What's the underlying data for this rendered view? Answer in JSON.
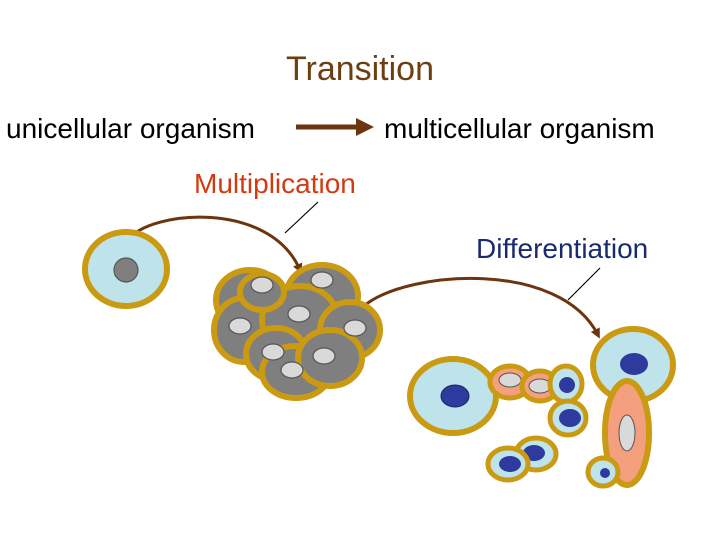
{
  "labels": {
    "title": "Transition",
    "left": "unicellular organism",
    "right": "multicellular organism",
    "step1": "Multiplication",
    "step2": "Differentiation"
  },
  "colors": {
    "title": "#6b3f10",
    "step1": "#d43a10",
    "step2": "#1a2a6e",
    "cell_wall": "#c99a12",
    "cytoplasm_light": "#bfe3ea",
    "cytoplasm_grey": "#7f7f7f",
    "cytoplasm_salmon": "#f4a07e",
    "nucleus_grey": "#d9d9d9",
    "nucleus_blue": "#2e3a9e",
    "arrow": "#6b3510"
  }
}
